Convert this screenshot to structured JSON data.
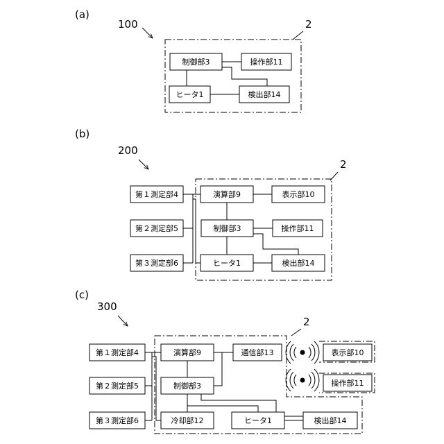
{
  "panels": {
    "a": {
      "label": "(a)",
      "ref": "100",
      "housing_ref": "2",
      "blocks": {
        "control": "制御部3",
        "operation": "操作部11",
        "heater": "ヒータ1",
        "detection": "検出部14"
      }
    },
    "b": {
      "label": "(b)",
      "ref": "200",
      "housing_ref": "2",
      "blocks": {
        "meas1": "第１測定部4",
        "meas2": "第２測定部5",
        "meas3": "第３測定部6",
        "calc": "演算部9",
        "display": "表示部10",
        "control": "制御部3",
        "operation": "操作部11",
        "heater": "ヒータ1",
        "detection": "検出部14"
      }
    },
    "c": {
      "label": "(c)",
      "ref": "300",
      "housing_ref": "2",
      "blocks": {
        "meas1": "第１測定部4",
        "meas2": "第２測定部5",
        "meas3": "第３測定部6",
        "calc": "演算部9",
        "comm": "通信部13",
        "display": "表示部10",
        "operation": "操作部11",
        "control": "制御部3",
        "cooling": "冷却部12",
        "heater": "ヒータ1",
        "detection": "検出部14"
      }
    }
  }
}
